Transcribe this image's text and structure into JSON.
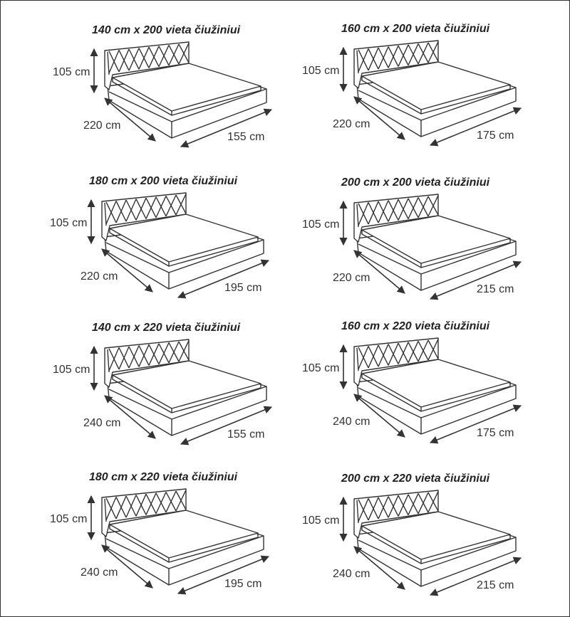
{
  "panels": [
    {
      "title": "140 cm x 200 vieta čiužiniui",
      "height": "105 cm",
      "length": "220 cm",
      "width": "155 cm"
    },
    {
      "title": "160 cm x 200 vieta čiužiniui",
      "height": "105 cm",
      "length": "220 cm",
      "width": "175 cm"
    },
    {
      "title": "180 cm x 200 vieta čiužiniui",
      "height": "105 cm",
      "length": "220 cm",
      "width": "195 cm"
    },
    {
      "title": "200 cm x 200 vieta čiužiniui",
      "height": "105 cm",
      "length": "220 cm",
      "width": "215 cm"
    },
    {
      "title": "140 cm x 220 vieta čiužiniui",
      "height": "105 cm",
      "length": "240 cm",
      "width": "155 cm"
    },
    {
      "title": "160 cm x 220 vieta čiužiniui",
      "height": "105 cm",
      "length": "240 cm",
      "width": "175 cm"
    },
    {
      "title": "180 cm x 220 vieta čiužiniui",
      "height": "105 cm",
      "length": "240 cm",
      "width": "195 cm"
    },
    {
      "title": "200 cm x 220 vieta čiužiniui",
      "height": "105 cm",
      "length": "240 cm",
      "width": "215 cm"
    }
  ]
}
